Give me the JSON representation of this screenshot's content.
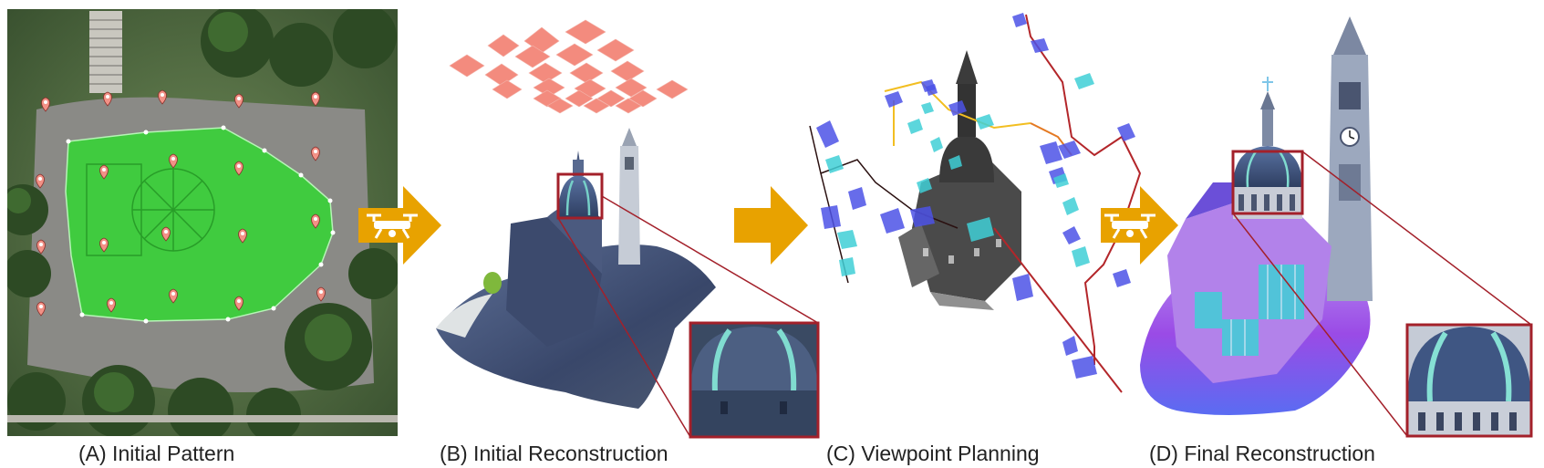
{
  "figure": {
    "panels": [
      {
        "id": "A",
        "caption": "(A) Initial Pattern"
      },
      {
        "id": "B",
        "caption": "(B) Initial Reconstruction"
      },
      {
        "id": "C",
        "caption": "(C) Viewpoint Planning"
      },
      {
        "id": "D",
        "caption": "(D) Final Reconstruction"
      }
    ]
  },
  "colors": {
    "arrow": "#E8A200",
    "highlight_frame": "#A3202A",
    "region": "#33D633",
    "marker": "#F29186",
    "camera_planned": "#4C52E6",
    "camera_new": "#3FCFD6",
    "trajectory": "#B3262A",
    "trajectory_alt": "#F2BE21"
  }
}
